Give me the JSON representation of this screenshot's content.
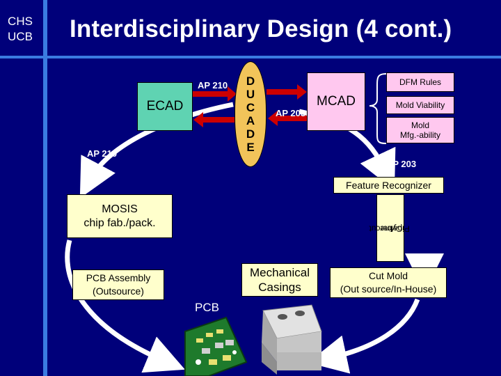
{
  "header": {
    "org_lines": [
      "CHS",
      "UCB"
    ],
    "title": "Interdisciplinary Design (4 cont.)"
  },
  "diagram": {
    "ecad": "ECAD",
    "mcad": "MCAD",
    "ducade_letters": [
      "D",
      "U",
      "C",
      "A",
      "D",
      "E"
    ],
    "ap210_top": "AP 210",
    "ap210_left": "AP 210",
    "ap203_mid": "AP 203",
    "ap203_right": "AP 203",
    "dfm_rules": "DFM Rules",
    "mold_viability": "Mold Viability",
    "mold_mfg_lines": [
      "Mold",
      "Mfg.-ability"
    ],
    "feature_recognizer": "Feature Recognizer",
    "cybercut_lines": [
      "Cybercut",
      "Pipeline"
    ],
    "mosis_lines": [
      "MOSIS",
      "chip fab./pack."
    ],
    "pcb_assembly_lines": [
      "PCB Assembly",
      "(Outsource)"
    ],
    "mechanical_lines": [
      "Mechanical",
      "Casings"
    ],
    "cut_mold_lines": [
      "Cut Mold",
      "(Out source/In-House)"
    ],
    "pcb": "PCB"
  },
  "colors": {
    "background": "#00007a",
    "accent_bar": "#3a7be0",
    "ecad_fill": "#5fd3b2",
    "mcad_fill": "#ffc8ef",
    "ducade_fill": "#f2c45a",
    "arrow": "#cc0000",
    "label_fill": "#ffffcc",
    "loop_arrow": "#ffffff"
  }
}
